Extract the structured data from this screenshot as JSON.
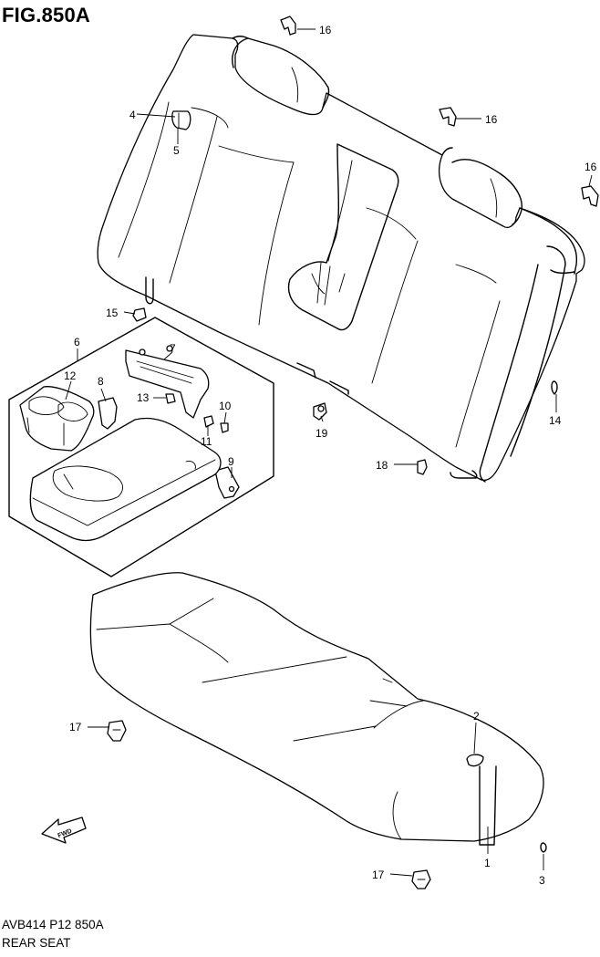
{
  "header": {
    "figure_id": "FIG.850A"
  },
  "footer": {
    "code": "AVB414 P12 850A",
    "name": "REAR SEAT"
  },
  "callouts": [
    {
      "label": "1"
    },
    {
      "label": "2"
    },
    {
      "label": "3"
    },
    {
      "label": "4"
    },
    {
      "label": "5"
    },
    {
      "label": "6"
    },
    {
      "label": "7"
    },
    {
      "label": "8"
    },
    {
      "label": "9"
    },
    {
      "label": "10"
    },
    {
      "label": "11"
    },
    {
      "label": "12"
    },
    {
      "label": "13"
    },
    {
      "label": "14"
    },
    {
      "label": "15"
    },
    {
      "label": "16"
    },
    {
      "label": "16"
    },
    {
      "label": "16"
    },
    {
      "label": "17"
    },
    {
      "label": "17"
    },
    {
      "label": "18"
    },
    {
      "label": "19"
    }
  ],
  "direction_marker": {
    "icon": "fwd-arrow-icon",
    "text": "FWD"
  }
}
